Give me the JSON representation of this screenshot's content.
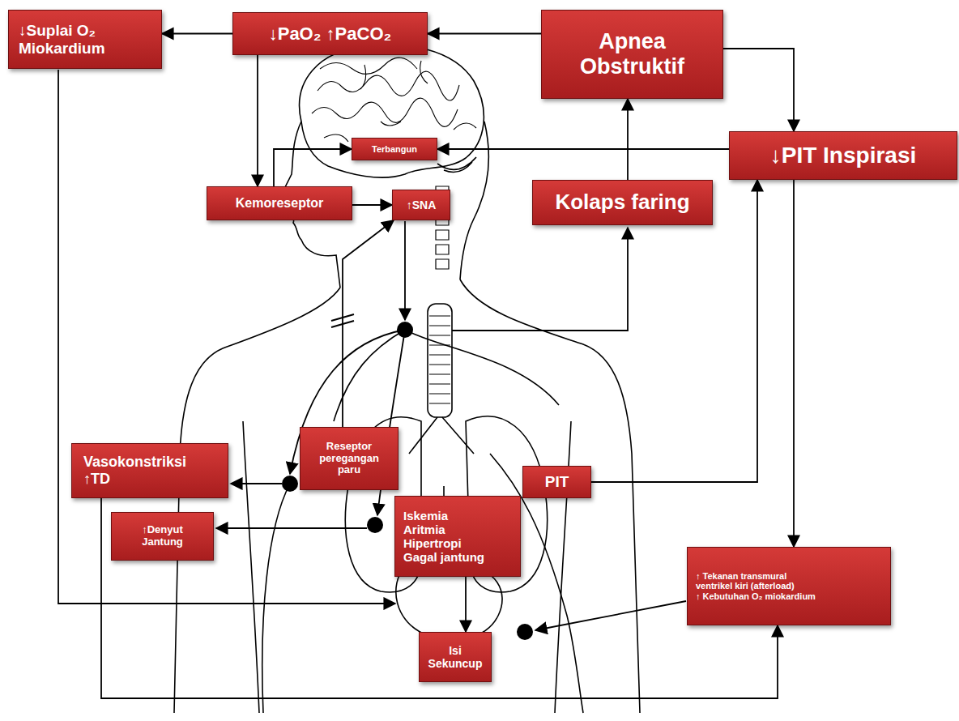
{
  "diagram": {
    "nodes": [
      {
        "text": [
          "↓Suplai O₂ Miokardium"
        ]
      },
      {
        "text": [
          "↓PaO₂ ↑PaCO₂"
        ]
      },
      {
        "text": [
          "Apnea Obstruktif"
        ]
      },
      {
        "text": [
          "Terbangun"
        ]
      },
      {
        "text": [
          "↓PIT Inspirasi"
        ]
      },
      {
        "text": [
          "Kemoreseptor"
        ]
      },
      {
        "text": [
          "↑SNA"
        ]
      },
      {
        "text": [
          "Kolaps faring"
        ]
      },
      {
        "text": [
          "Reseptor peregangan paru"
        ]
      },
      {
        "text": [
          "Vasokonstriksi ↑TD"
        ]
      },
      {
        "text": [
          "PIT"
        ]
      },
      {
        "text": [
          "↑Denyut Jantung"
        ]
      },
      {
        "text": [
          "Iskemia Aritmia Hipertropi Gagal jantung"
        ]
      },
      {
        "text": [
          "↑ Tekanan transmural ventrikel kiri (afterload)",
          "↑ Kebutuhan O₂ miokardium"
        ]
      },
      {
        "text": [
          "Isi Sekuncup"
        ]
      }
    ],
    "edges": [
      {
        "from": 2,
        "to": 1,
        "arrow": "to"
      },
      {
        "from": 1,
        "to": 0,
        "arrow": "to"
      },
      {
        "from": 1,
        "to": 5,
        "arrow": "to"
      },
      {
        "from": 2,
        "to": 4,
        "arrow": "to"
      },
      {
        "from": 4,
        "to": 3,
        "arrow": "to"
      },
      {
        "from": 5,
        "to": 3,
        "arrow": "to"
      },
      {
        "from": 5,
        "to": 6,
        "arrow": "to"
      },
      {
        "from": 7,
        "to": 2,
        "arrow": "to"
      },
      {
        "from": 10,
        "to": 4,
        "arrow": "to"
      },
      {
        "from": 4,
        "to": 13,
        "arrow": "to"
      },
      {
        "from": 8,
        "to": 6,
        "arrow": "to"
      },
      {
        "from": 9,
        "to": 13,
        "arrow": "to"
      },
      {
        "from": 12,
        "to": 14,
        "arrow": "to"
      }
    ]
  }
}
